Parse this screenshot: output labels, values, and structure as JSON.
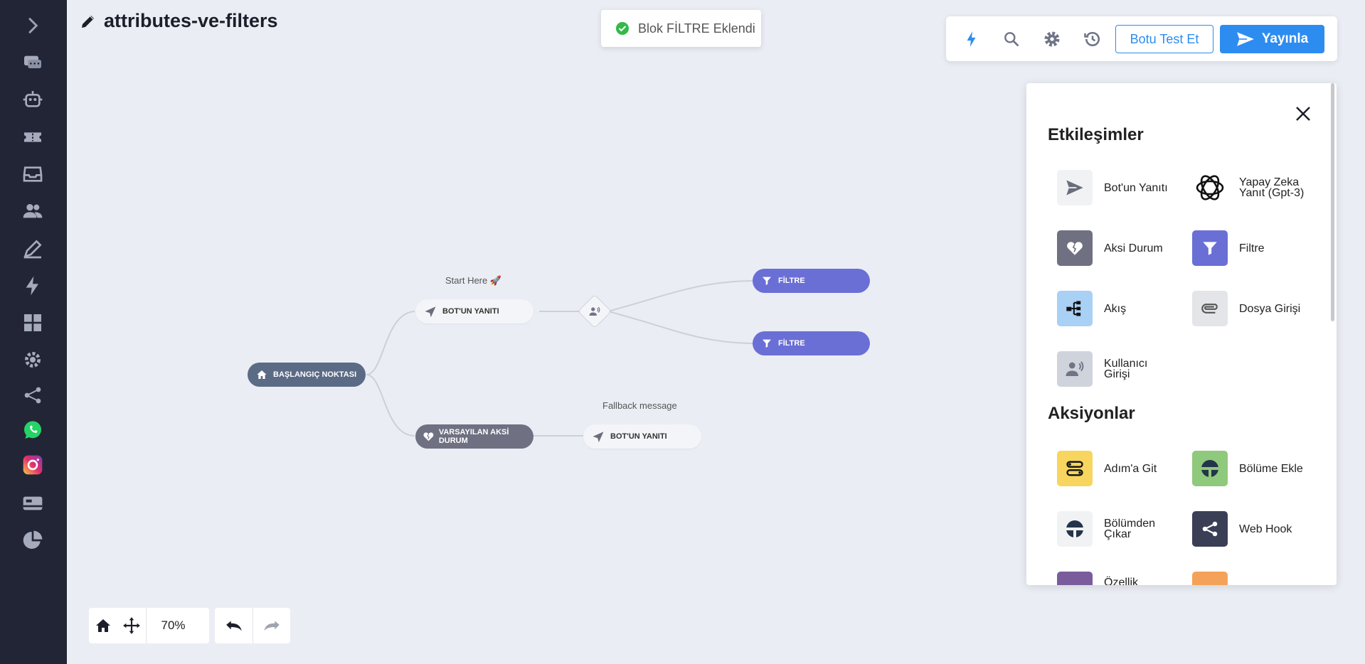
{
  "header": {
    "title": "attributes-ve-filters"
  },
  "toast": {
    "message": "Blok FİLTRE Eklendi"
  },
  "toolbar": {
    "test_label": "Botu Test Et",
    "publish_label": "Yayınla"
  },
  "canvas": {
    "start_node": "BAŞLANGIÇ NOKTASI",
    "reply_label_top": "Start Here 🚀",
    "reply_node_top": "BOT'UN YANITI",
    "filter_node_1": "FİLTRE",
    "filter_node_2": "FİLTRE",
    "fallback_node": "VARSAYILAN AKSİ DURUM",
    "fallback_label": "Fallback message",
    "reply_node_bottom": "BOT'UN YANITI"
  },
  "controls": {
    "zoom": "70%"
  },
  "panel": {
    "section_interactions": "Etkileşimler",
    "section_actions": "Aksiyonlar",
    "interactions": [
      {
        "label": "Bot'un Yanıtı",
        "icon": "send-icon",
        "color": "#f1f2f4"
      },
      {
        "label": "Yapay Zeka Yanıt (Gpt-3)",
        "icon": "openai-icon",
        "color": "#ffffff"
      },
      {
        "label": "Aksi Durum",
        "icon": "broken-heart-icon",
        "color": "#6f7082"
      },
      {
        "label": "Filtre",
        "icon": "filter-icon",
        "color": "#6a6fd6"
      },
      {
        "label": "Akış",
        "icon": "flow-icon",
        "color": "#a9d0f5"
      },
      {
        "label": "Dosya Girişi",
        "icon": "paperclip-icon",
        "color": "#e4e5e8"
      },
      {
        "label": "Kullanıcı Girişi",
        "icon": "user-voice-icon",
        "color": "#cfd4dc"
      }
    ],
    "actions": [
      {
        "label": "Adım'a Git",
        "icon": "goto-step-icon",
        "color": "#f7d55e"
      },
      {
        "label": "Bölüme Ekle",
        "icon": "segment-add-icon",
        "color": "#8fc97c"
      },
      {
        "label": "Bölümden Çıkar",
        "icon": "segment-remove-icon",
        "color": "#f1f2f4"
      },
      {
        "label": "Web Hook",
        "icon": "share-icon",
        "color": "#3a3f56"
      },
      {
        "label": "Özellik",
        "icon": "attribute-icon",
        "color": "#7a5c9c"
      },
      {
        "label": "",
        "icon": "action-icon",
        "color": "#f4a259"
      }
    ]
  }
}
